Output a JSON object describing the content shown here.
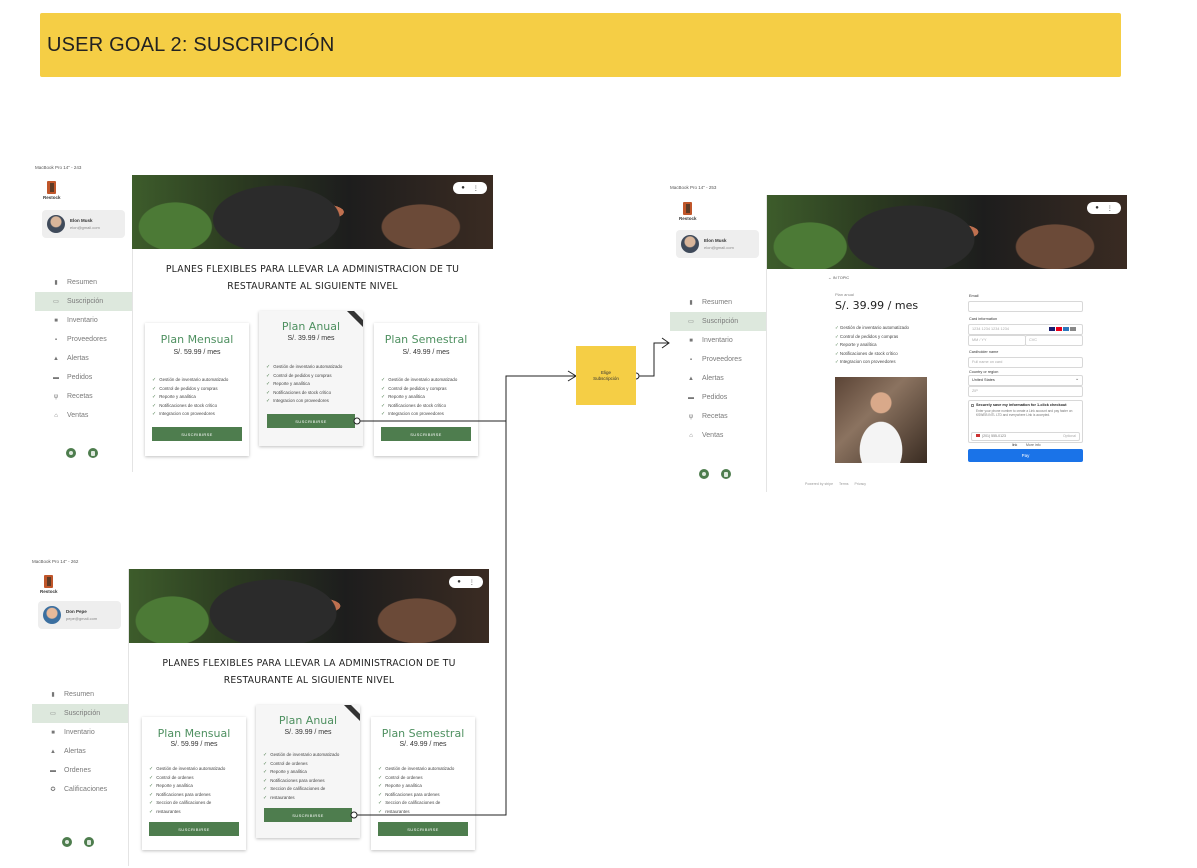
{
  "banner": {
    "title": "USER GOAL 2: SUSCRIPCIÓN"
  },
  "frames": {
    "top_left_label": "MacBook Pro 14\" - 243",
    "right_label": "MacBook Pro 14\" - 253",
    "bottom_left_label": "MacBook Pro 14\" - 262"
  },
  "app": {
    "brand": "Restock"
  },
  "screen1": {
    "user": {
      "name": "Elon Musk",
      "email": "elon@gmail.com"
    },
    "nav": [
      {
        "label": "Resumen",
        "icon": "bar-chart-icon"
      },
      {
        "label": "Suscripción",
        "icon": "card-icon",
        "active": true
      },
      {
        "label": "Inventario",
        "icon": "box-icon"
      },
      {
        "label": "Proveedores",
        "icon": "chart-icon"
      },
      {
        "label": "Alertas",
        "icon": "bell-icon"
      },
      {
        "label": "Pedidos",
        "icon": "truck-icon"
      },
      {
        "label": "Recetas",
        "icon": "utensils-icon"
      },
      {
        "label": "Ventas",
        "icon": "store-icon"
      }
    ],
    "headline_1": "PLANES FLEXIBLES PARA LLEVAR LA ADMINISTRACION DE TU",
    "headline_2": "RESTAURANTE AL SIGUIENTE NIVEL",
    "plans": [
      {
        "title": "Plan Mensual",
        "price": "S/. 59.99 / mes",
        "button": "SUSCRIBIRSE",
        "features": [
          "Gestión de inventario automatizado",
          "Control de pedidos y compras",
          "Reporte y analítica",
          "Notificaciones de stock crítico",
          "Integracion con proveedores"
        ]
      },
      {
        "title": "Plan Anual",
        "price": "S/. 39.99 / mes",
        "button": "SUSCRIBIRSE",
        "features": [
          "Gestión de inventario automatizado",
          "Control de pedidos y compras",
          "Reporte y analítica",
          "Notificaciones de stock crítico",
          "Integracion con proveedores"
        ]
      },
      {
        "title": "Plan Semestral",
        "price": "S/. 49.99 / mes",
        "button": "SUSCRIBIRSE",
        "features": [
          "Gestión de inventario automatizado",
          "Control de pedidos y compras",
          "Reporte y analítica",
          "Notificaciones de stock crítico",
          "Integracion con proveedores"
        ]
      }
    ]
  },
  "screen2": {
    "user": {
      "name": "Don Pepe",
      "email": "pepe@gmail.com"
    },
    "nav": [
      {
        "label": "Resumen",
        "icon": "bar-chart-icon"
      },
      {
        "label": "Suscripción",
        "icon": "card-icon",
        "active": true
      },
      {
        "label": "Inventario",
        "icon": "box-icon"
      },
      {
        "label": "Alertas",
        "icon": "bell-icon"
      },
      {
        "label": "Ordenes",
        "icon": "truck-icon"
      },
      {
        "label": "Calificaciones",
        "icon": "star-icon"
      }
    ],
    "headline_1": "PLANES FLEXIBLES PARA LLEVAR LA ADMINISTRACION DE TU",
    "headline_2": "RESTAURANTE AL SIGUIENTE NIVEL",
    "plans": [
      {
        "title": "Plan Mensual",
        "price": "S/. 59.99 / mes",
        "button": "SUSCRIBIRSE",
        "features": [
          "Gestión de inventario automatizado",
          "Control de ordenes",
          "Reporte y analítica",
          "Notificaciones para ordenes",
          "Seccion de calificaciones de",
          "restaurantes"
        ]
      },
      {
        "title": "Plan Anual",
        "price": "S/. 39.99 / mes",
        "button": "SUSCRIBIRSE",
        "features": [
          "Gestión de inventario automatizado",
          "Control de ordenes",
          "Reporte y analítica",
          "Notificaciones para ordenes",
          "Seccion de calificaciones de",
          "restaurantes"
        ]
      },
      {
        "title": "Plan Semestral",
        "price": "S/. 49.99 / mes",
        "button": "SUSCRIBIRSE",
        "features": [
          "Gestión de inventario automatizado",
          "Control de ordenes",
          "Reporte y analítica",
          "Notificaciones para ordenes",
          "Seccion de calificaciones de",
          "restaurantes"
        ]
      }
    ]
  },
  "decision": {
    "line1": "Elige",
    "line2": "Subscripción"
  },
  "checkout": {
    "user": {
      "name": "Elon Musk",
      "email": "elon@gmail.com"
    },
    "nav": [
      {
        "label": "Resumen",
        "icon": "bar-chart-icon"
      },
      {
        "label": "Suscripción",
        "icon": "card-icon",
        "active": true
      },
      {
        "label": "Inventario",
        "icon": "box-icon"
      },
      {
        "label": "Proveedores",
        "icon": "chart-icon"
      },
      {
        "label": "Alertas",
        "icon": "bell-icon"
      },
      {
        "label": "Pedidos",
        "icon": "truck-icon"
      },
      {
        "label": "Recetas",
        "icon": "utensils-icon"
      },
      {
        "label": "Ventas",
        "icon": "store-icon"
      }
    ],
    "back_text": "← IN TOPIC",
    "plan_label": "Plan anual",
    "price": "S/. 39.99 / mes",
    "features": [
      "Gestión de inventario automatizado",
      "Control de pedidos y compras",
      "Reporte y analítica",
      "Notificaciones de stock crítico",
      "Integracion con proveedores"
    ],
    "email_label": "Email",
    "card_label": "Card information",
    "card_placeholder": "1234 1234 1234 1234",
    "expiry_placeholder": "MM / YY",
    "cvc_placeholder": "CVC",
    "name_label": "Cardholder name",
    "name_placeholder": "Full name on card",
    "country_label": "Country or region",
    "country_value": "United States",
    "zip_placeholder": "ZIP",
    "save_title": "Securely save my information for 1-click checkout",
    "save_desc": "Enter your phone number to create a Link account and pay faster on KSWEB INTL LTD and everywhere Link is accepted.",
    "phone_value": "(201) 555-0123",
    "optional": "Optional",
    "link_more": "More info",
    "link_brand": "link",
    "pay_button": "Pay",
    "footer_powered": "Powered by stripe",
    "footer_terms": "Terms",
    "footer_privacy": "Privacy"
  }
}
